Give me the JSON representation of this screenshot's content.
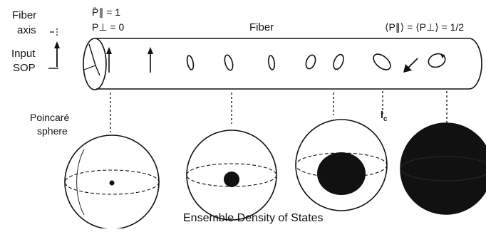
{
  "labels": {
    "fiber_axis_line1": "Fiber",
    "fiber_axis_line2": "axis",
    "input_sof_line1": "Input",
    "input_sof_line2": "SOP",
    "p_parallel_start": "P̄∥ = 1",
    "p_perp_start": "P⊥ = 0",
    "fiber_title": "Fiber",
    "p_average_end": "⟨P∥⟩ = ⟨P⊥⟩ = 1/2",
    "poincare_line1": "Poincaré",
    "poincare_line2": "sphere",
    "lc_label": "l",
    "lc_subscript": "c",
    "caption": "Ensemble Density of States"
  },
  "colors": {
    "ink": "#111111",
    "background": "#ffffff"
  }
}
